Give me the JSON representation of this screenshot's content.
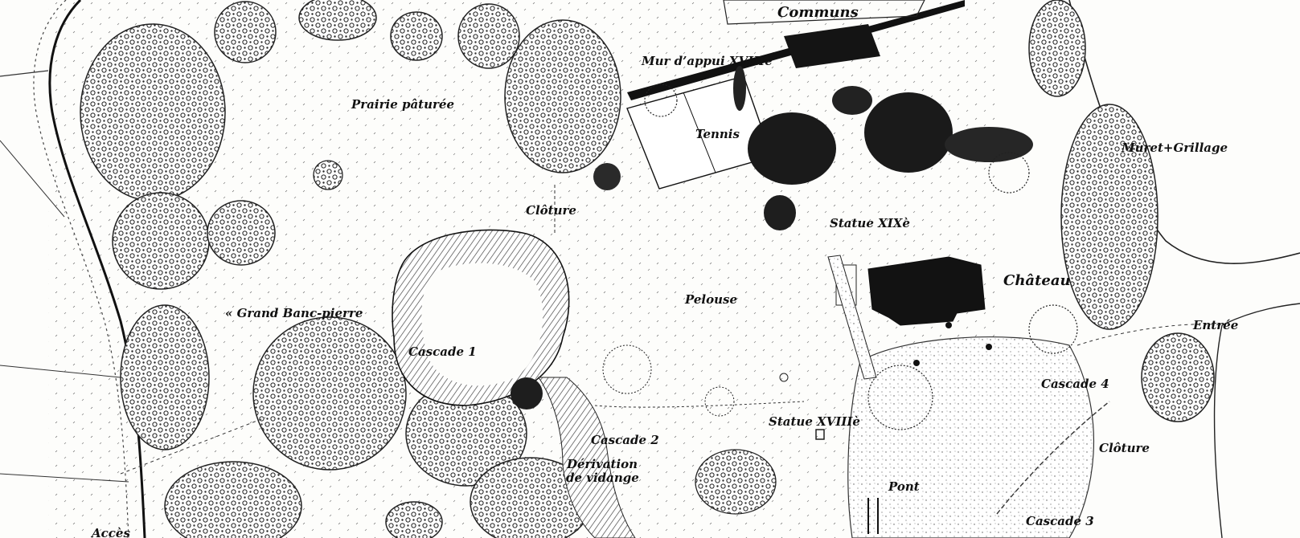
{
  "map": {
    "labels": {
      "communs": "Communs",
      "mur_appui": "Mur d’appui XVIIIè",
      "prairie": "Prairie pâturée",
      "tennis": "Tennis",
      "muret_grillage": "Muret+Grillage",
      "cloture_top": "Clôture",
      "statue_xix": "Statue XIXè",
      "chateau": "Château",
      "pelouse": "Pelouse",
      "grand_banc": "« Grand Banc-pierre",
      "entree": "Entrée",
      "cascade_1": "Cascade 1",
      "cascade_4": "Cascade 4",
      "cascade_2": "Cascade 2",
      "statue_xviii": "Statue XVIIIè",
      "cloture_right": "Clôture",
      "derivation_line1": "Dérivation",
      "derivation_line2": "de vidange",
      "pont": "Pont",
      "cascade_3": "Cascade 3",
      "acces": "Accès"
    },
    "colors": {
      "paper": "#fdfdfb",
      "ink": "#111111",
      "foliage": "#3a3a3a",
      "dark_mass": "#141414"
    }
  }
}
